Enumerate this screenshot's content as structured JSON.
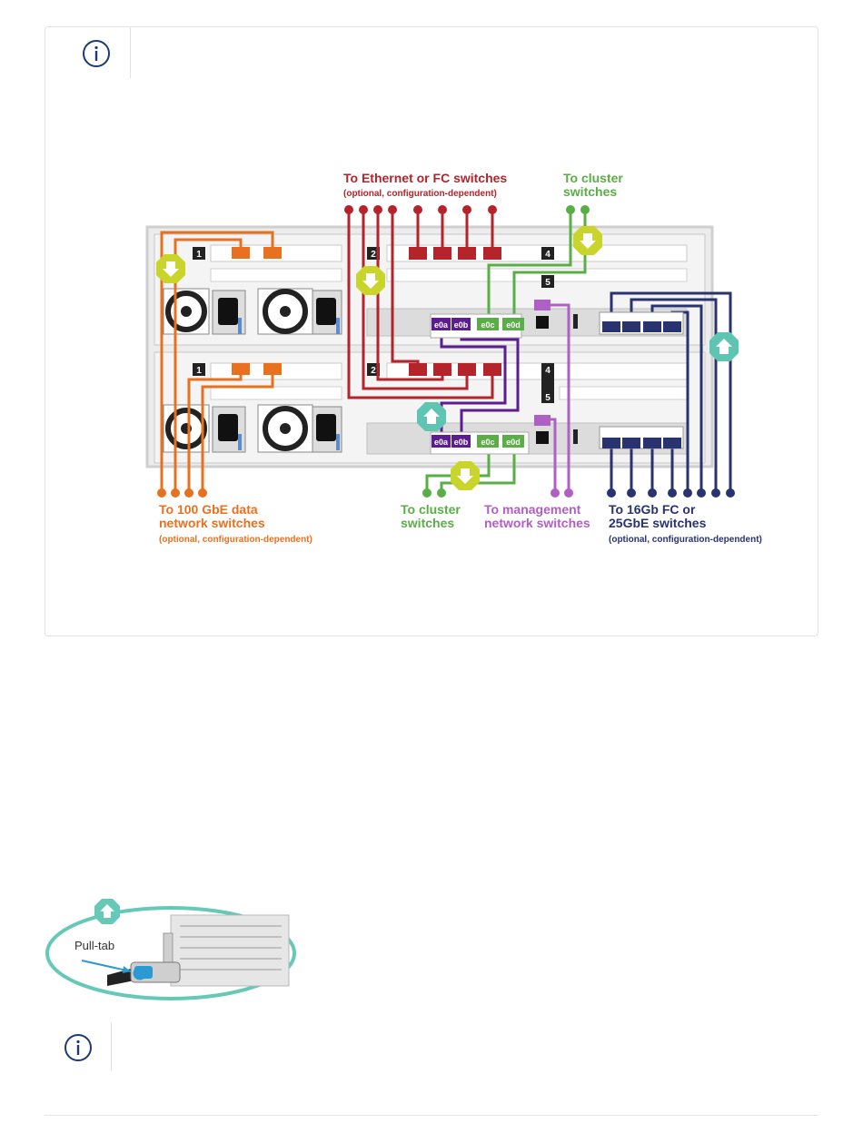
{
  "diagram": {
    "label_ethernet": "To Ethernet or FC switches",
    "label_ethernet_sub": "(optional, configuration-dependent)",
    "label_cluster_top_1": "To cluster",
    "label_cluster_top_2": "switches",
    "label_100g_1": "To 100 GbE data",
    "label_100g_2": "network switches",
    "label_100g_sub": "(optional, configuration-dependent)",
    "label_cluster_bottom_1": "To cluster",
    "label_cluster_bottom_2": "switches",
    "label_mgmt_1": "To management",
    "label_mgmt_2": "network switches",
    "label_fc_1": "To 16Gb FC or",
    "label_fc_2": "25GbE switches",
    "label_fc_sub": "(optional, configuration-dependent)",
    "slot_1": "1",
    "slot_2": "2",
    "slot_4": "4",
    "slot_5": "5",
    "port_e0a": "e0a",
    "port_e0b": "e0b",
    "port_e0c": "e0c",
    "port_e0d": "e0d"
  },
  "pulltab": {
    "label": "Pull-tab"
  },
  "colors": {
    "orange": "#e8711f",
    "red": "#b5232b",
    "green": "#5aae46",
    "purple": "#5b1d8f",
    "lilac": "#b05fc4",
    "navy": "#28336f",
    "teal": "#5fc5b3",
    "lime": "#c9d52b"
  }
}
